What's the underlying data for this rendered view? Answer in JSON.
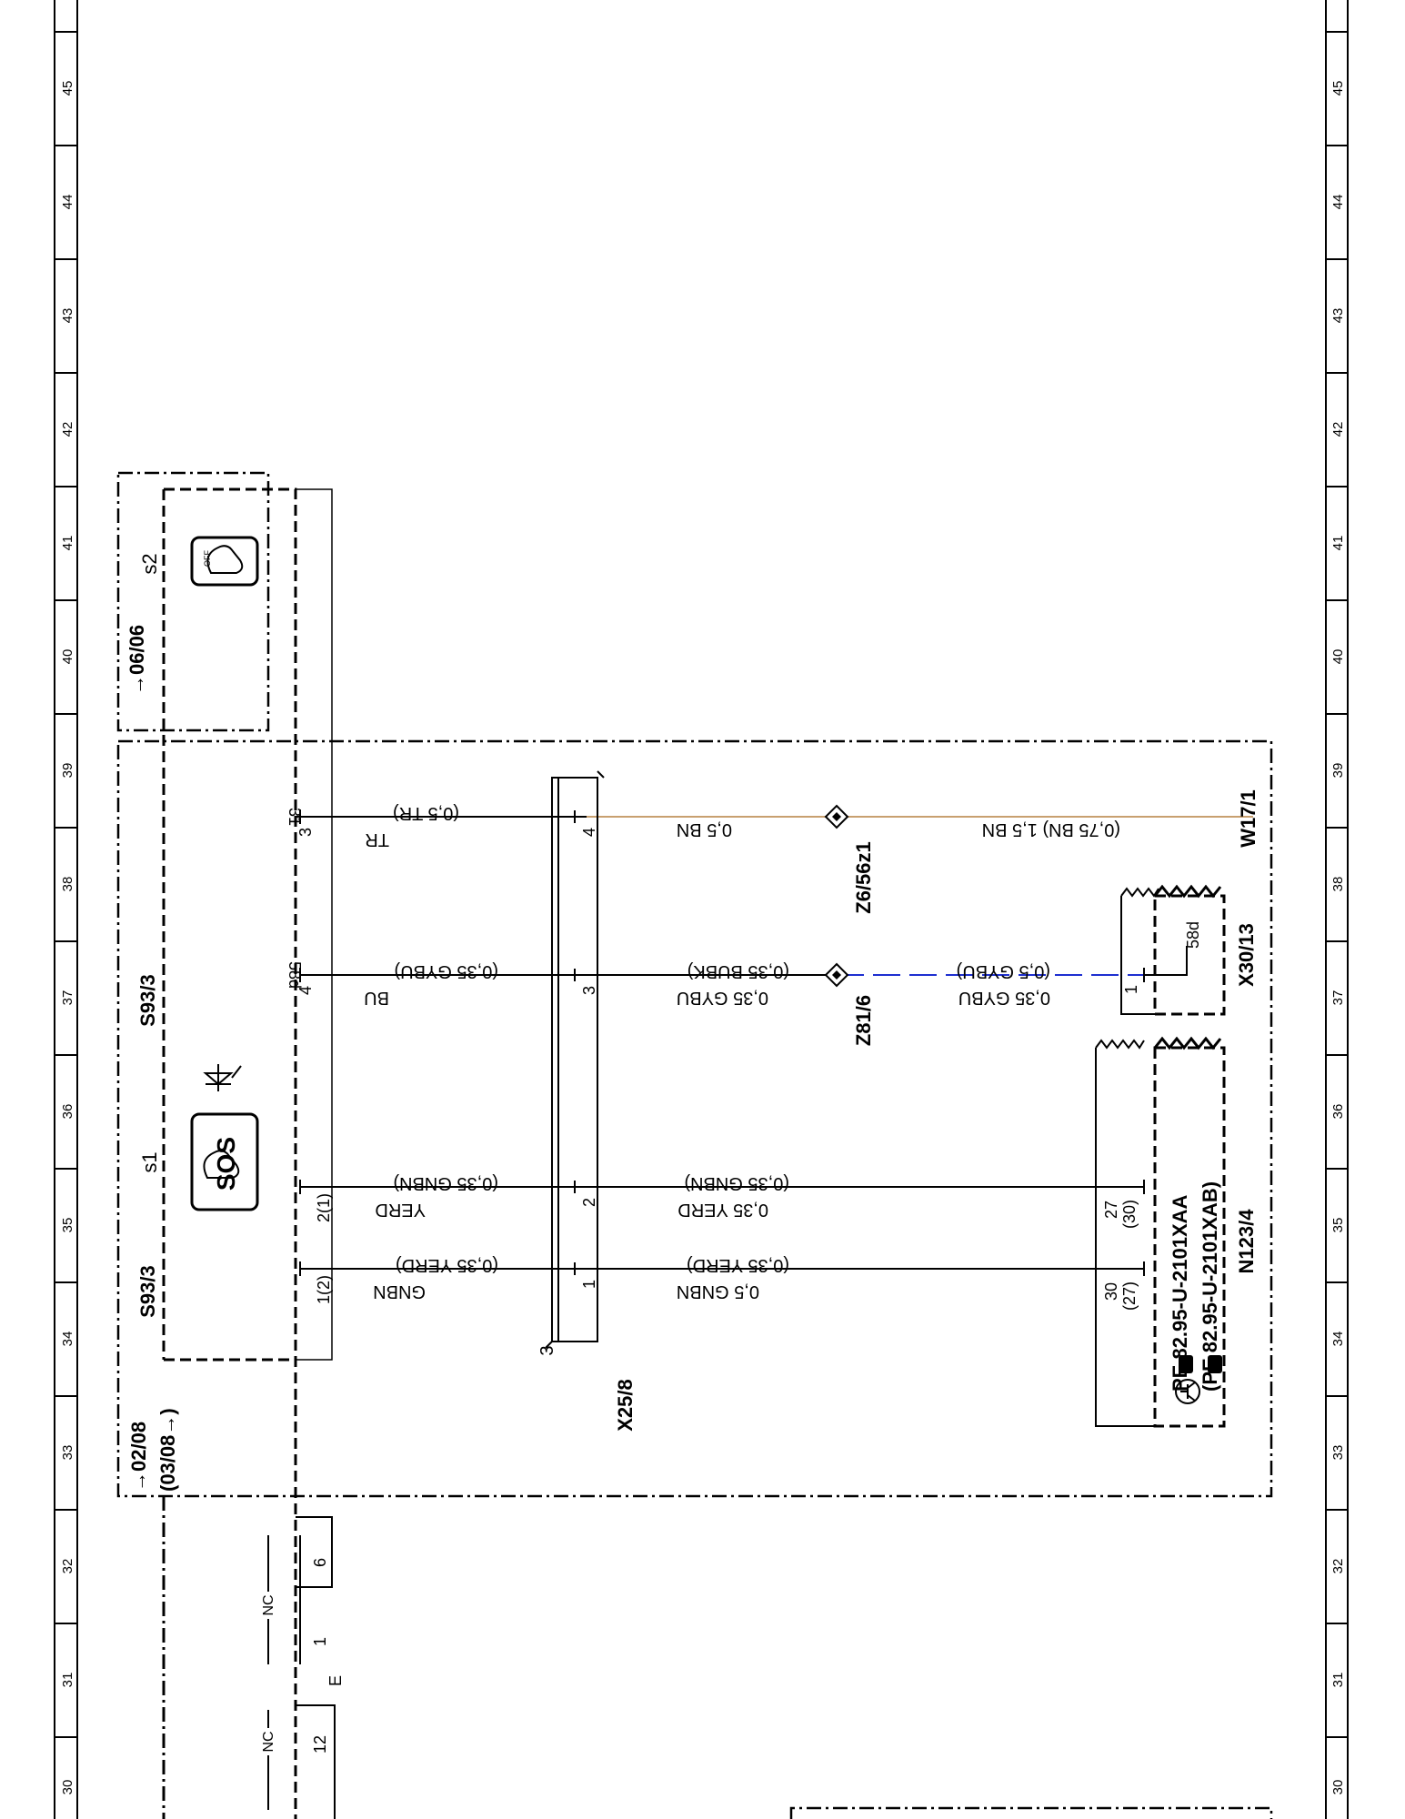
{
  "grid": {
    "columns_top_to_bottom": [
      "45",
      "44",
      "43",
      "42",
      "41",
      "40",
      "39",
      "38",
      "37",
      "36",
      "35",
      "34",
      "33",
      "32",
      "31",
      "30"
    ]
  },
  "components": {
    "s93_top": "S93/3",
    "s93_bottom": "S93/3",
    "s1": "s1",
    "s2": "s2",
    "sos": "SOS",
    "off_icon_text": "OFF",
    "x25": "X25/8",
    "x25_count": "3",
    "z6": "Z6/56z1",
    "z81": "Z81/6",
    "w17": "W17/1",
    "x30": "X30/13",
    "x30_pin_label": "58d",
    "x30_pin": "1",
    "n123": "N123/4",
    "pe_aa": "PE 82.95-U-2101XAA",
    "pe_ab": "(PE 82.95-U-2101XAB)",
    "e_label": "E"
  },
  "dates": {
    "d0606": "06/06",
    "d0208": "02/08",
    "d0308": "(03/08"
  },
  "pins": {
    "p31": "31",
    "p58d": "58d",
    "p3": "3",
    "p4": "4",
    "p2_1": "2(1)",
    "p1_2": "1(2)",
    "x25_4": "4",
    "x25_3": "3",
    "x25_2": "2",
    "x25_1": "1",
    "n27": "27",
    "n30p": "(30)",
    "n30": "30",
    "n27p": "(27)"
  },
  "wires": {
    "w_tr_a": "TR",
    "w_tr_b": "(0,5 TR)",
    "w_bu_a": "BU",
    "w_bu_b": "(0,35 GYBU)",
    "w_yerd_a": "YERD",
    "w_yerd_b": "(0,35 GNBN)",
    "w_gnbn_a": "GNBN",
    "w_gnbn_b": "(0,35 YERD)",
    "w_bn_1": "0,5 BN",
    "w_bn_2": "(0,75 BN) 1,5 BN",
    "w_gybu_1": "0,35 GYBU",
    "w_gybu_1b": "(0,35 BUBK)",
    "w_gybu_2": "0,35 GYBU",
    "w_gybu_2b": "(0,5 GYBU)",
    "w_yerd_r": "0,35 YERD",
    "w_yerd_rb": "(0,35 GNBN)",
    "w_gnbn_r": "0,5 GNBN",
    "w_gnbn_rb": "(0,35 YERD)"
  },
  "switches": {
    "nc1": "NC",
    "nc2": "NC",
    "c1": "1",
    "c6": "6",
    "c12": "12"
  },
  "colors": {
    "brown_wire": "#c8a070",
    "blue_wire": "#1e2fd0",
    "black": "#000000"
  }
}
